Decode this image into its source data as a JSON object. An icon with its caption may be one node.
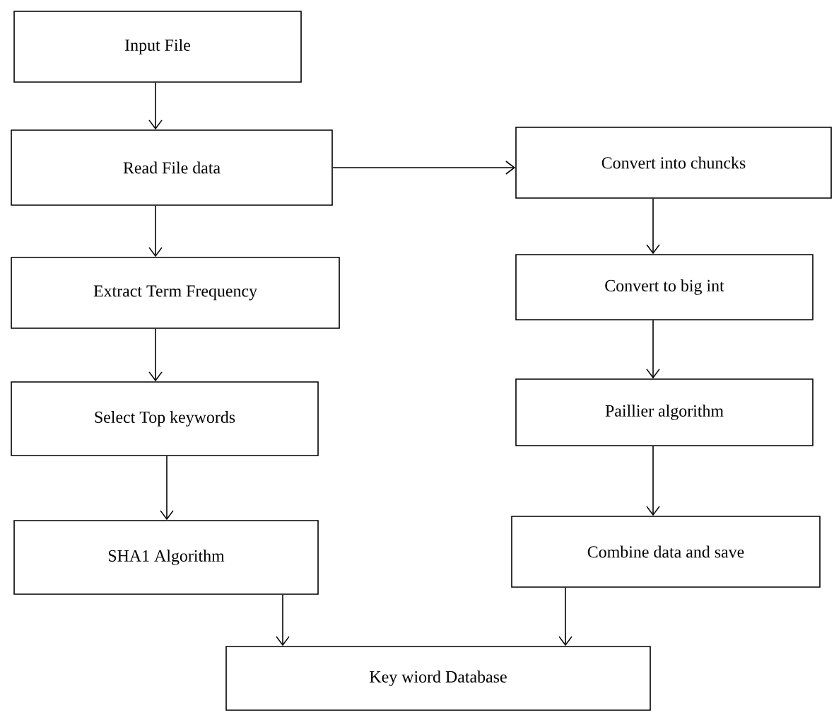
{
  "diagram": {
    "nodes": [
      {
        "text": [
          "Input File"
        ]
      },
      {
        "text": [
          "Read File data"
        ]
      },
      {
        "text": [
          "Convert into chuncks"
        ]
      },
      {
        "text": [
          "Extract Term Frequency"
        ]
      },
      {
        "text": [
          "Convert to big int"
        ]
      },
      {
        "text": [
          "Select Top keywords"
        ]
      },
      {
        "text": [
          "Paillier algorithm"
        ]
      },
      {
        "text": [
          "SHA1 Algorithm"
        ]
      },
      {
        "text": [
          "Combine data and save"
        ]
      },
      {
        "text": [
          "Key wiord Database"
        ]
      }
    ],
    "edges": [
      {
        "from": 0,
        "to": 1,
        "arrow": "to"
      },
      {
        "from": 1,
        "to": 2,
        "arrow": "to"
      },
      {
        "from": 1,
        "to": 3,
        "arrow": "to"
      },
      {
        "from": 3,
        "to": 5,
        "arrow": "to"
      },
      {
        "from": 5,
        "to": 7,
        "arrow": "to"
      },
      {
        "from": 2,
        "to": 4,
        "arrow": "to"
      },
      {
        "from": 4,
        "to": 6,
        "arrow": "to"
      },
      {
        "from": 6,
        "to": 8,
        "arrow": "to"
      },
      {
        "from": 7,
        "to": 9,
        "arrow": "to"
      },
      {
        "from": 8,
        "to": 9,
        "arrow": "to"
      }
    ]
  }
}
